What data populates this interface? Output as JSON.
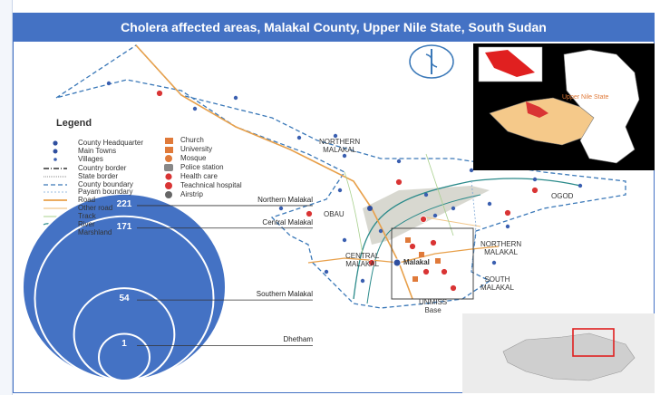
{
  "title": "Cholera affected areas, Malakal County, Upper Nile State, South Sudan",
  "legend": {
    "heading": "Legend",
    "left_items": [
      {
        "label": "County Headquarter",
        "icon": "county-hq-icon"
      },
      {
        "label": "Main Towns",
        "icon": "main-town-icon"
      },
      {
        "label": "Villages",
        "icon": "village-icon"
      },
      {
        "label": "Country border",
        "icon": "country-border-line"
      },
      {
        "label": "State border",
        "icon": "state-border-line"
      },
      {
        "label": "County boundary",
        "icon": "county-boundary-line"
      },
      {
        "label": "Payam boundary",
        "icon": "payam-boundary-line"
      },
      {
        "label": "Road",
        "icon": "road-line"
      },
      {
        "label": "Other road",
        "icon": "other-road-line"
      },
      {
        "label": "Track",
        "icon": "track-line"
      },
      {
        "label": "River",
        "icon": "river-line"
      },
      {
        "label": "Marshland",
        "icon": "marshland-swatch"
      }
    ],
    "right_items": [
      {
        "label": "Church",
        "icon": "church-icon"
      },
      {
        "label": "University",
        "icon": "university-icon"
      },
      {
        "label": "Mosque",
        "icon": "mosque-icon"
      },
      {
        "label": "Police station",
        "icon": "police-station-icon"
      },
      {
        "label": "Health care",
        "icon": "health-care-icon"
      },
      {
        "label": "Teachnical hospital",
        "icon": "technical-hospital-icon"
      },
      {
        "label": "Airstrip",
        "icon": "airstrip-icon"
      }
    ]
  },
  "places": {
    "northern_malakal_top": "NORTHERN\nMALAKAL",
    "ogod": "OGOD",
    "obau": "OBAU",
    "central_malakal": "CENTRAL\nMALAKAL",
    "malakal": "Malakal",
    "northern_malakal_right": "NORTHERN\nMALAKAL",
    "south_malakal": "SOUTH\nMALAKAL",
    "unmiss": "UNMISS\nBase"
  },
  "inset": {
    "state_label": "Upper Nile State"
  },
  "chart_data": {
    "type": "nested-bubble",
    "series": [
      {
        "name": "Northern Malakal",
        "value": 221
      },
      {
        "name": "Central Malakal",
        "value": 171
      },
      {
        "name": "Southern Malakal",
        "value": 54
      },
      {
        "name": "Dhetham",
        "value": 1
      }
    ],
    "colors": {
      "outer": "#4472c4",
      "ring": "#ffffff"
    }
  },
  "colors": {
    "header": "#4472c4",
    "road": "#e8a04a",
    "river": "#2a8a8a",
    "boundary": "#3a78b8",
    "marsh": "#d8d8d0",
    "state_fill": "#f5c98a",
    "inset_bg": "#000000"
  }
}
